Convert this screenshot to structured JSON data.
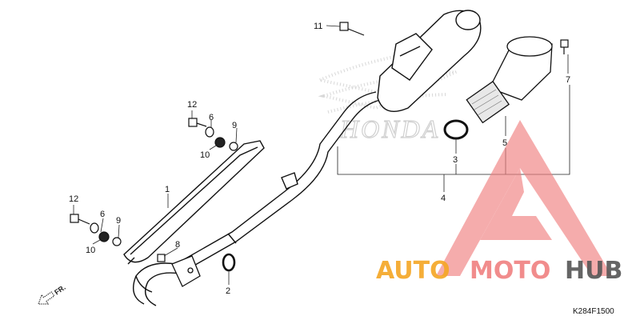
{
  "diagram": {
    "part_numbers": [
      "1",
      "2",
      "3",
      "4",
      "5",
      "6",
      "6",
      "7",
      "8",
      "9",
      "9",
      "10",
      "10",
      "11",
      "12",
      "12"
    ],
    "labels": {
      "p1": "1",
      "p2": "2",
      "p3": "3",
      "p4": "4",
      "p5": "5",
      "p6a": "6",
      "p6b": "6",
      "p7": "7",
      "p8": "8",
      "p9a": "9",
      "p9b": "9",
      "p10a": "10",
      "p10b": "10",
      "p11": "11",
      "p12a": "12",
      "p12b": "12"
    },
    "direction_marker": "FR.",
    "diagram_code": "K284F1500",
    "watermark_text": "HONDA"
  },
  "logo": {
    "part1": "AUTO",
    "part2": "MOTO",
    "part3": "HUB",
    "color_primary": "#f5a623",
    "color_secondary": "#f08080",
    "color_dark": "#555555"
  }
}
